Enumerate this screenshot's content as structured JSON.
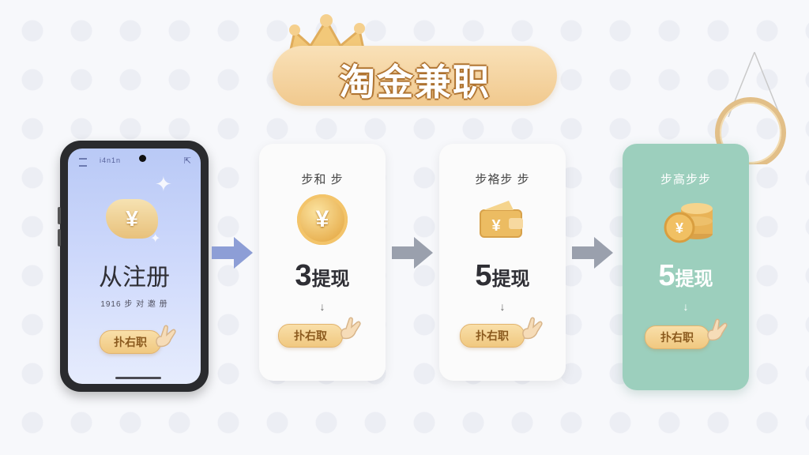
{
  "banner": {
    "title": "淘金兼职"
  },
  "phone": {
    "status_text": "i4n1n",
    "status_icon": "share-icon",
    "headline": "从注册",
    "caption": "1916 步 对 邀 册",
    "button_label": "扑右职",
    "coin_symbol": "¥"
  },
  "steps": [
    {
      "title": "步和 步",
      "amount": "3",
      "label": "提现",
      "down": "↓",
      "button_label": "扑右取",
      "icon": "coin-icon"
    },
    {
      "title": "步袼步 步",
      "amount": "5",
      "label": "提现",
      "down": "↓",
      "button_label": "扑右职",
      "icon": "wallet-icon"
    },
    {
      "title": "步高步步",
      "amount": "5",
      "label": "提现",
      "down": "↓",
      "button_label": "扑右职",
      "icon": "coin-stack-icon"
    }
  ],
  "colors": {
    "accent_gold": "#f0c880",
    "arrow_blue": "#8d9ed6",
    "arrow_gray": "#9aa0ad",
    "green_card": "#9ccfbd",
    "phone_screen": "#cdd8fb"
  }
}
